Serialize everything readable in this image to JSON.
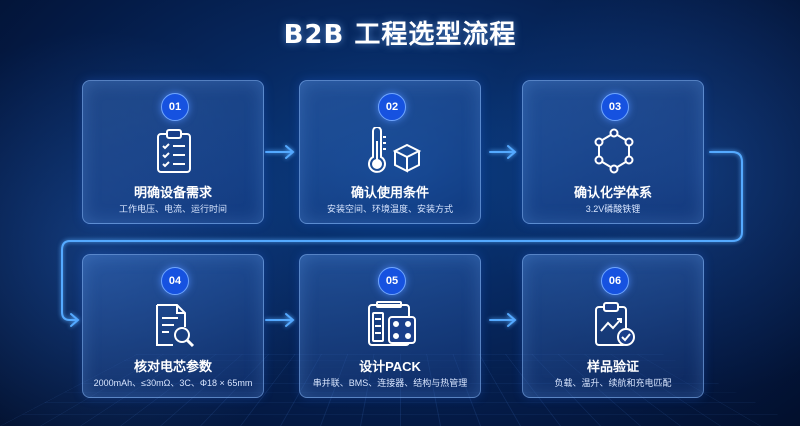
{
  "title": "B2B 工程选型流程",
  "steps": [
    {
      "num": "01",
      "title": "明确设备需求",
      "desc": "工作电压、电流、运行时间",
      "icon": "clipboard-checklist-icon"
    },
    {
      "num": "02",
      "title": "确认使用条件",
      "desc": "安装空间、环境温度、安装方式",
      "icon": "thermometer-cube-icon"
    },
    {
      "num": "03",
      "title": "确认化学体系",
      "desc": "3.2V磷酸铁锂",
      "icon": "hexagon-molecule-icon"
    },
    {
      "num": "04",
      "title": "核对电芯参数",
      "desc": "2000mAh、≤30mΩ、3C、Φ18 × 65mm",
      "icon": "document-magnifier-icon"
    },
    {
      "num": "05",
      "title": "设计PACK",
      "desc": "串并联、BMS、连接器、结构与热管理",
      "icon": "battery-pack-icon"
    },
    {
      "num": "06",
      "title": "样品验证",
      "desc": "负载、温升、续航和充电匹配",
      "icon": "clipboard-chart-check-icon"
    }
  ],
  "colors": {
    "accent": "#1652e0",
    "line": "#3f9bff",
    "background": "#072a63"
  }
}
